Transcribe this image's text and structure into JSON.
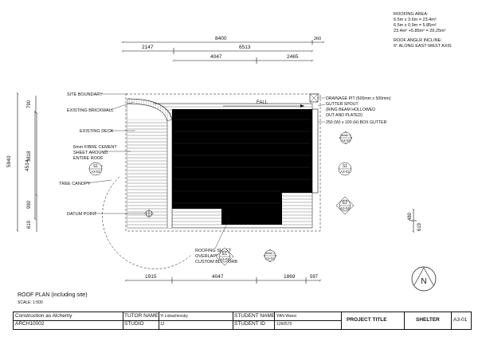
{
  "notes": {
    "roofing_area_title": "ROOFING AREA:",
    "roofing_area_lines": [
      "6.5m x 3.6m = 23.4m²",
      "6.5m x 0.9m = 5.85m²",
      "23.4m² +5.85m² = 29.25m²"
    ],
    "incline_title": "ROOF ANGLR INCLINE:",
    "incline_value": "6° ALONG EAST-WEST AXIS"
  },
  "dimensions": {
    "top_overall": "8400",
    "top_small": "260",
    "top_row2_left": "2147",
    "top_row2_right": "6513",
    "top_row3_left": "4047",
    "top_row3_right": "2465",
    "left_outer": "5940",
    "left_mid": "4514",
    "left_inner_top": "790",
    "left_inner_mid": "3818",
    "left_inner_low": "990",
    "left_inner_bottom": "619",
    "right_upper": "480",
    "right_lower": "619",
    "bottom_1": "1915",
    "bottom_2": "4047",
    "bottom_3": "1869",
    "bottom_4": "597"
  },
  "labels": {
    "site_boundary": "SITE BOUNDARY",
    "existing_brickwall": "EXISTING BRICKWALL",
    "existing_deck": "EXISTING DECK",
    "fibre_cement_1": "6mm FIBRE CEMENT",
    "fibre_cement_2": "SHEET AROUND",
    "fibre_cement_3": "ENTIRE ROOF",
    "tree_canopy": "TREE CANOPY",
    "datum_point": "DATUM POINT",
    "fall": "FALL",
    "drainage_pit": "DRAINAGE PIT (500mm x 500mm)",
    "gutter_spout_1": "GUTTER SPOUT",
    "gutter_spout_2": "(RING BEAM HOLLOWED",
    "gutter_spout_3": "OUT AND PLATED)",
    "box_gutter": "250 (W) x 100 (H) BOX GUTTER",
    "roofing_sheet_1": "ROOFING SHEET",
    "roofing_sheet_2": "OVERLAPPING:",
    "roofing_sheet_3": "CUSTOM BLUE ORB"
  },
  "markers": {
    "detail_a": {
      "top": "detail 1",
      "bottom": "A3-04"
    },
    "s1_left": {
      "top": "S1",
      "bottom": "A3-03"
    },
    "s1_right": {
      "top": "S1",
      "bottom": "A3-03"
    },
    "e2": {
      "top": "E2",
      "bottom": "A3-02"
    },
    "e1": {
      "top": "E1",
      "bottom": "A3-02"
    },
    "detail_b": {
      "top": "detail 2",
      "bottom": "A3-04"
    },
    "north": "N"
  },
  "plan_title": "ROOF PLAN (including site)",
  "plan_scale": "SCALE: 1:500",
  "title_block": {
    "course": "Construction as Alchemy",
    "code": "ARCH10002",
    "tutor_label": "TUTOR NAME",
    "tutor_value": "Yi Lobachevsky",
    "studio_label": "STUDIO",
    "studio_value": "12",
    "student_label": "STUDENT NAME",
    "student_value": "YAN Wanxi",
    "id_label": "STUDENT ID",
    "id_value": "1260570",
    "project_label": "PROJECT TITLE",
    "project_value": "SHELTER",
    "sheet": "A3-01"
  }
}
